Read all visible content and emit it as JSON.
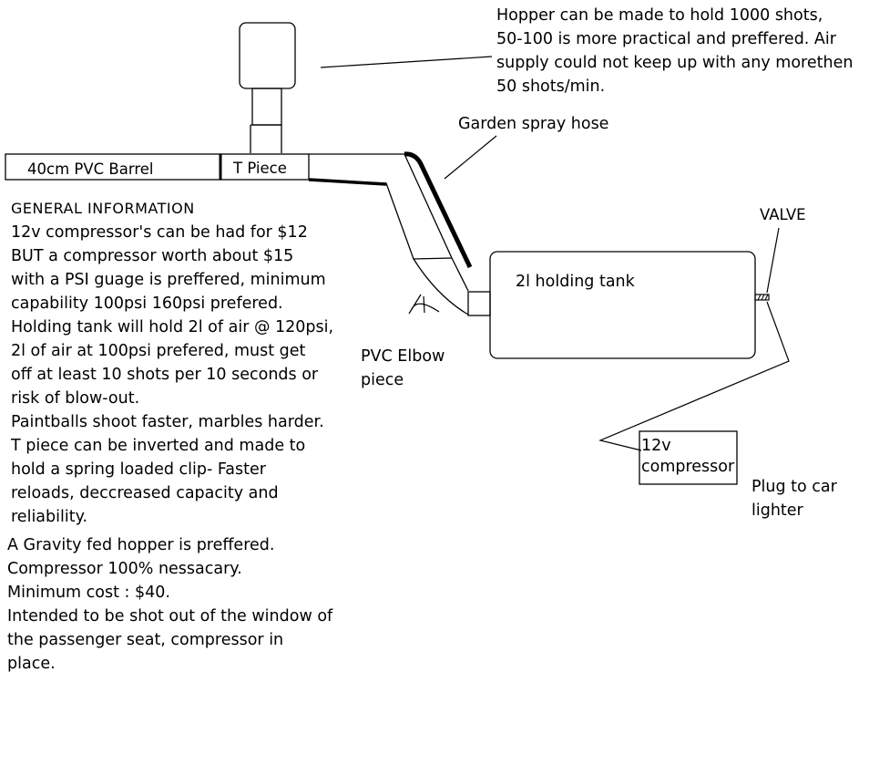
{
  "labels": {
    "hopper_note": [
      "Hopper can be made to hold 1000 shots,",
      "50-100 is more practical and preffered. Air",
      "supply could not keep up with any morethen",
      "50 shots/min."
    ],
    "garden_hose": "Garden spray hose",
    "barrel": "40cm PVC Barrel",
    "t_piece": "T Piece",
    "valve": "VALVE",
    "holding_tank": "2l holding tank",
    "elbow": [
      "PVC Elbow",
      "piece"
    ],
    "compressor": [
      "12v",
      "compressor"
    ],
    "plug": [
      "Plug to car",
      "lighter"
    ]
  },
  "general_info": {
    "heading": "GENERAL INFORMATION",
    "lines": [
      "12v compressor's can be had for $12",
      "BUT a compressor worth about $15",
      "with a PSI guage is preffered, minimum",
      "capability 100psi 160psi prefered.",
      "Holding tank will hold 2l of air @ 120psi,",
      "2l of air at 100psi prefered, must get",
      "off at least 10 shots per 10 seconds or",
      "risk of blow-out.",
      "Paintballs shoot faster, marbles harder.",
      "T piece can be inverted and made to",
      "hold a spring loaded clip- Faster",
      "reloads, deccreased capacity and",
      "reliability."
    ],
    "extra_lines": [
      "A Gravity fed hopper is preffered.",
      "Compressor 100% nessacary.",
      "Minimum cost : $40.",
      "Intended to be shot out of the window of",
      "the passenger seat, compressor in",
      "place."
    ]
  }
}
